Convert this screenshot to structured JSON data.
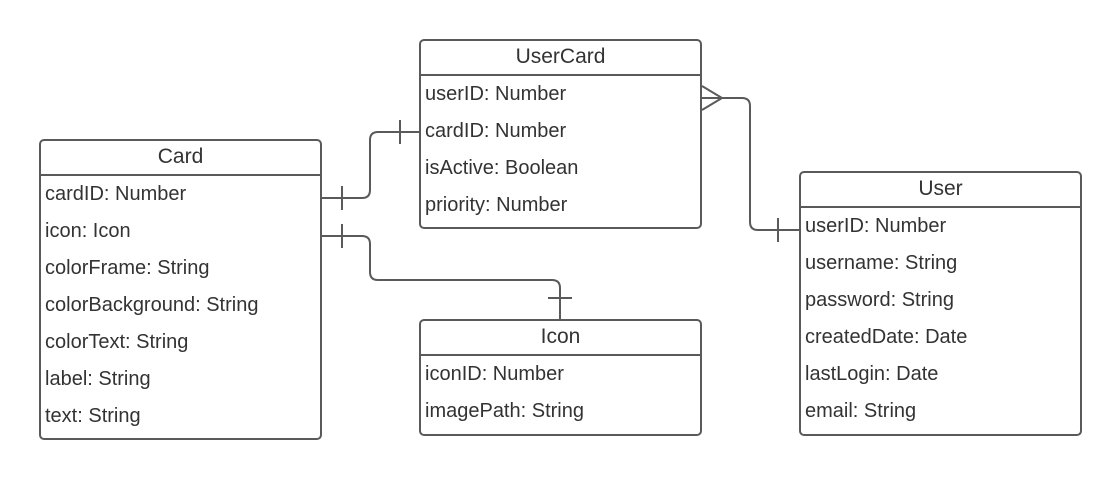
{
  "entities": {
    "card": {
      "title": "Card",
      "fields": [
        "cardID: Number",
        "icon: Icon",
        "colorFrame: String",
        "colorBackground: String",
        "colorText: String",
        "label: String",
        "text: String"
      ]
    },
    "usercard": {
      "title": "UserCard",
      "fields": [
        "userID: Number",
        "cardID: Number",
        "isActive: Boolean",
        "priority: Number"
      ]
    },
    "icon": {
      "title": "Icon",
      "fields": [
        "iconID: Number",
        "imagePath: String"
      ]
    },
    "user": {
      "title": "User",
      "fields": [
        "userID: Number",
        "username: String",
        "password: String",
        "createdDate: Date",
        "lastLogin: Date",
        "email: String"
      ]
    }
  },
  "relationships": [
    {
      "from": "Card.cardID",
      "to": "UserCard.cardID",
      "from_end": "one",
      "to_end": "one"
    },
    {
      "from": "UserCard.userID",
      "to": "User.userID",
      "from_end": "many",
      "to_end": "one"
    },
    {
      "from": "Card.icon",
      "to": "Icon",
      "from_end": "one",
      "to_end": "one"
    }
  ],
  "colors": {
    "border": "#5a5a5a",
    "text": "#333333",
    "background": "#ffffff"
  }
}
